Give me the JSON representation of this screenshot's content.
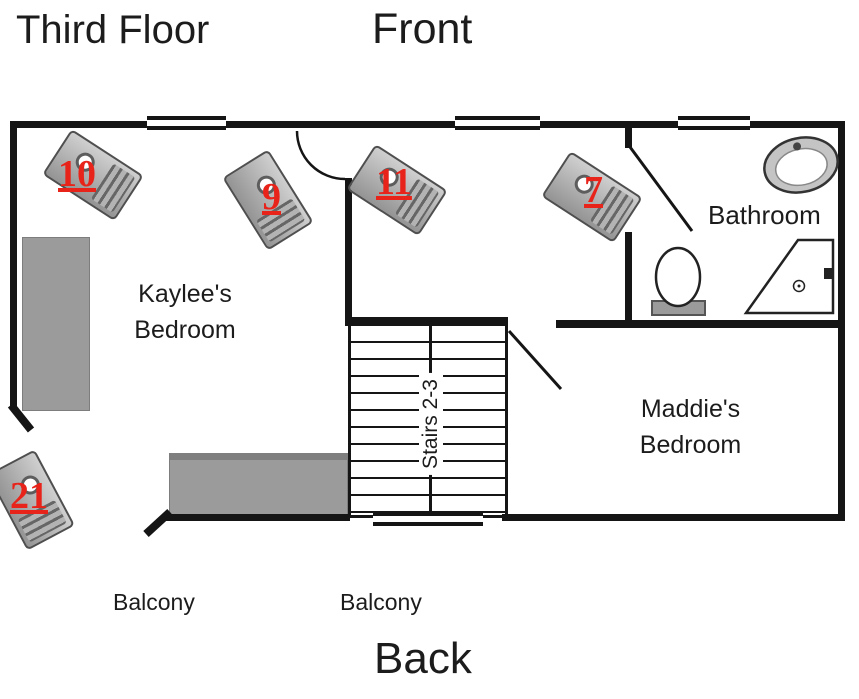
{
  "title": "Third Floor",
  "orientation": {
    "front": "Front",
    "back": "Back"
  },
  "rooms": {
    "kaylee": "Kaylee's\nBedroom",
    "maddie": "Maddie's\nBedroom",
    "bathroom": "Bathroom",
    "balcony_left": "Balcony",
    "balcony_center": "Balcony",
    "stairs": "Stairs 2-3"
  },
  "cameras": [
    {
      "id": "10"
    },
    {
      "id": "9"
    },
    {
      "id": "11"
    },
    {
      "id": "7"
    },
    {
      "id": "21"
    }
  ],
  "fixtures": [
    "sink-icon",
    "toilet-icon",
    "shower-icon",
    "camera-icon"
  ],
  "colors": {
    "wall": "#151515",
    "camera_number": "#e8231a",
    "furniture": "#9b9b9b",
    "background": "#ffffff"
  }
}
